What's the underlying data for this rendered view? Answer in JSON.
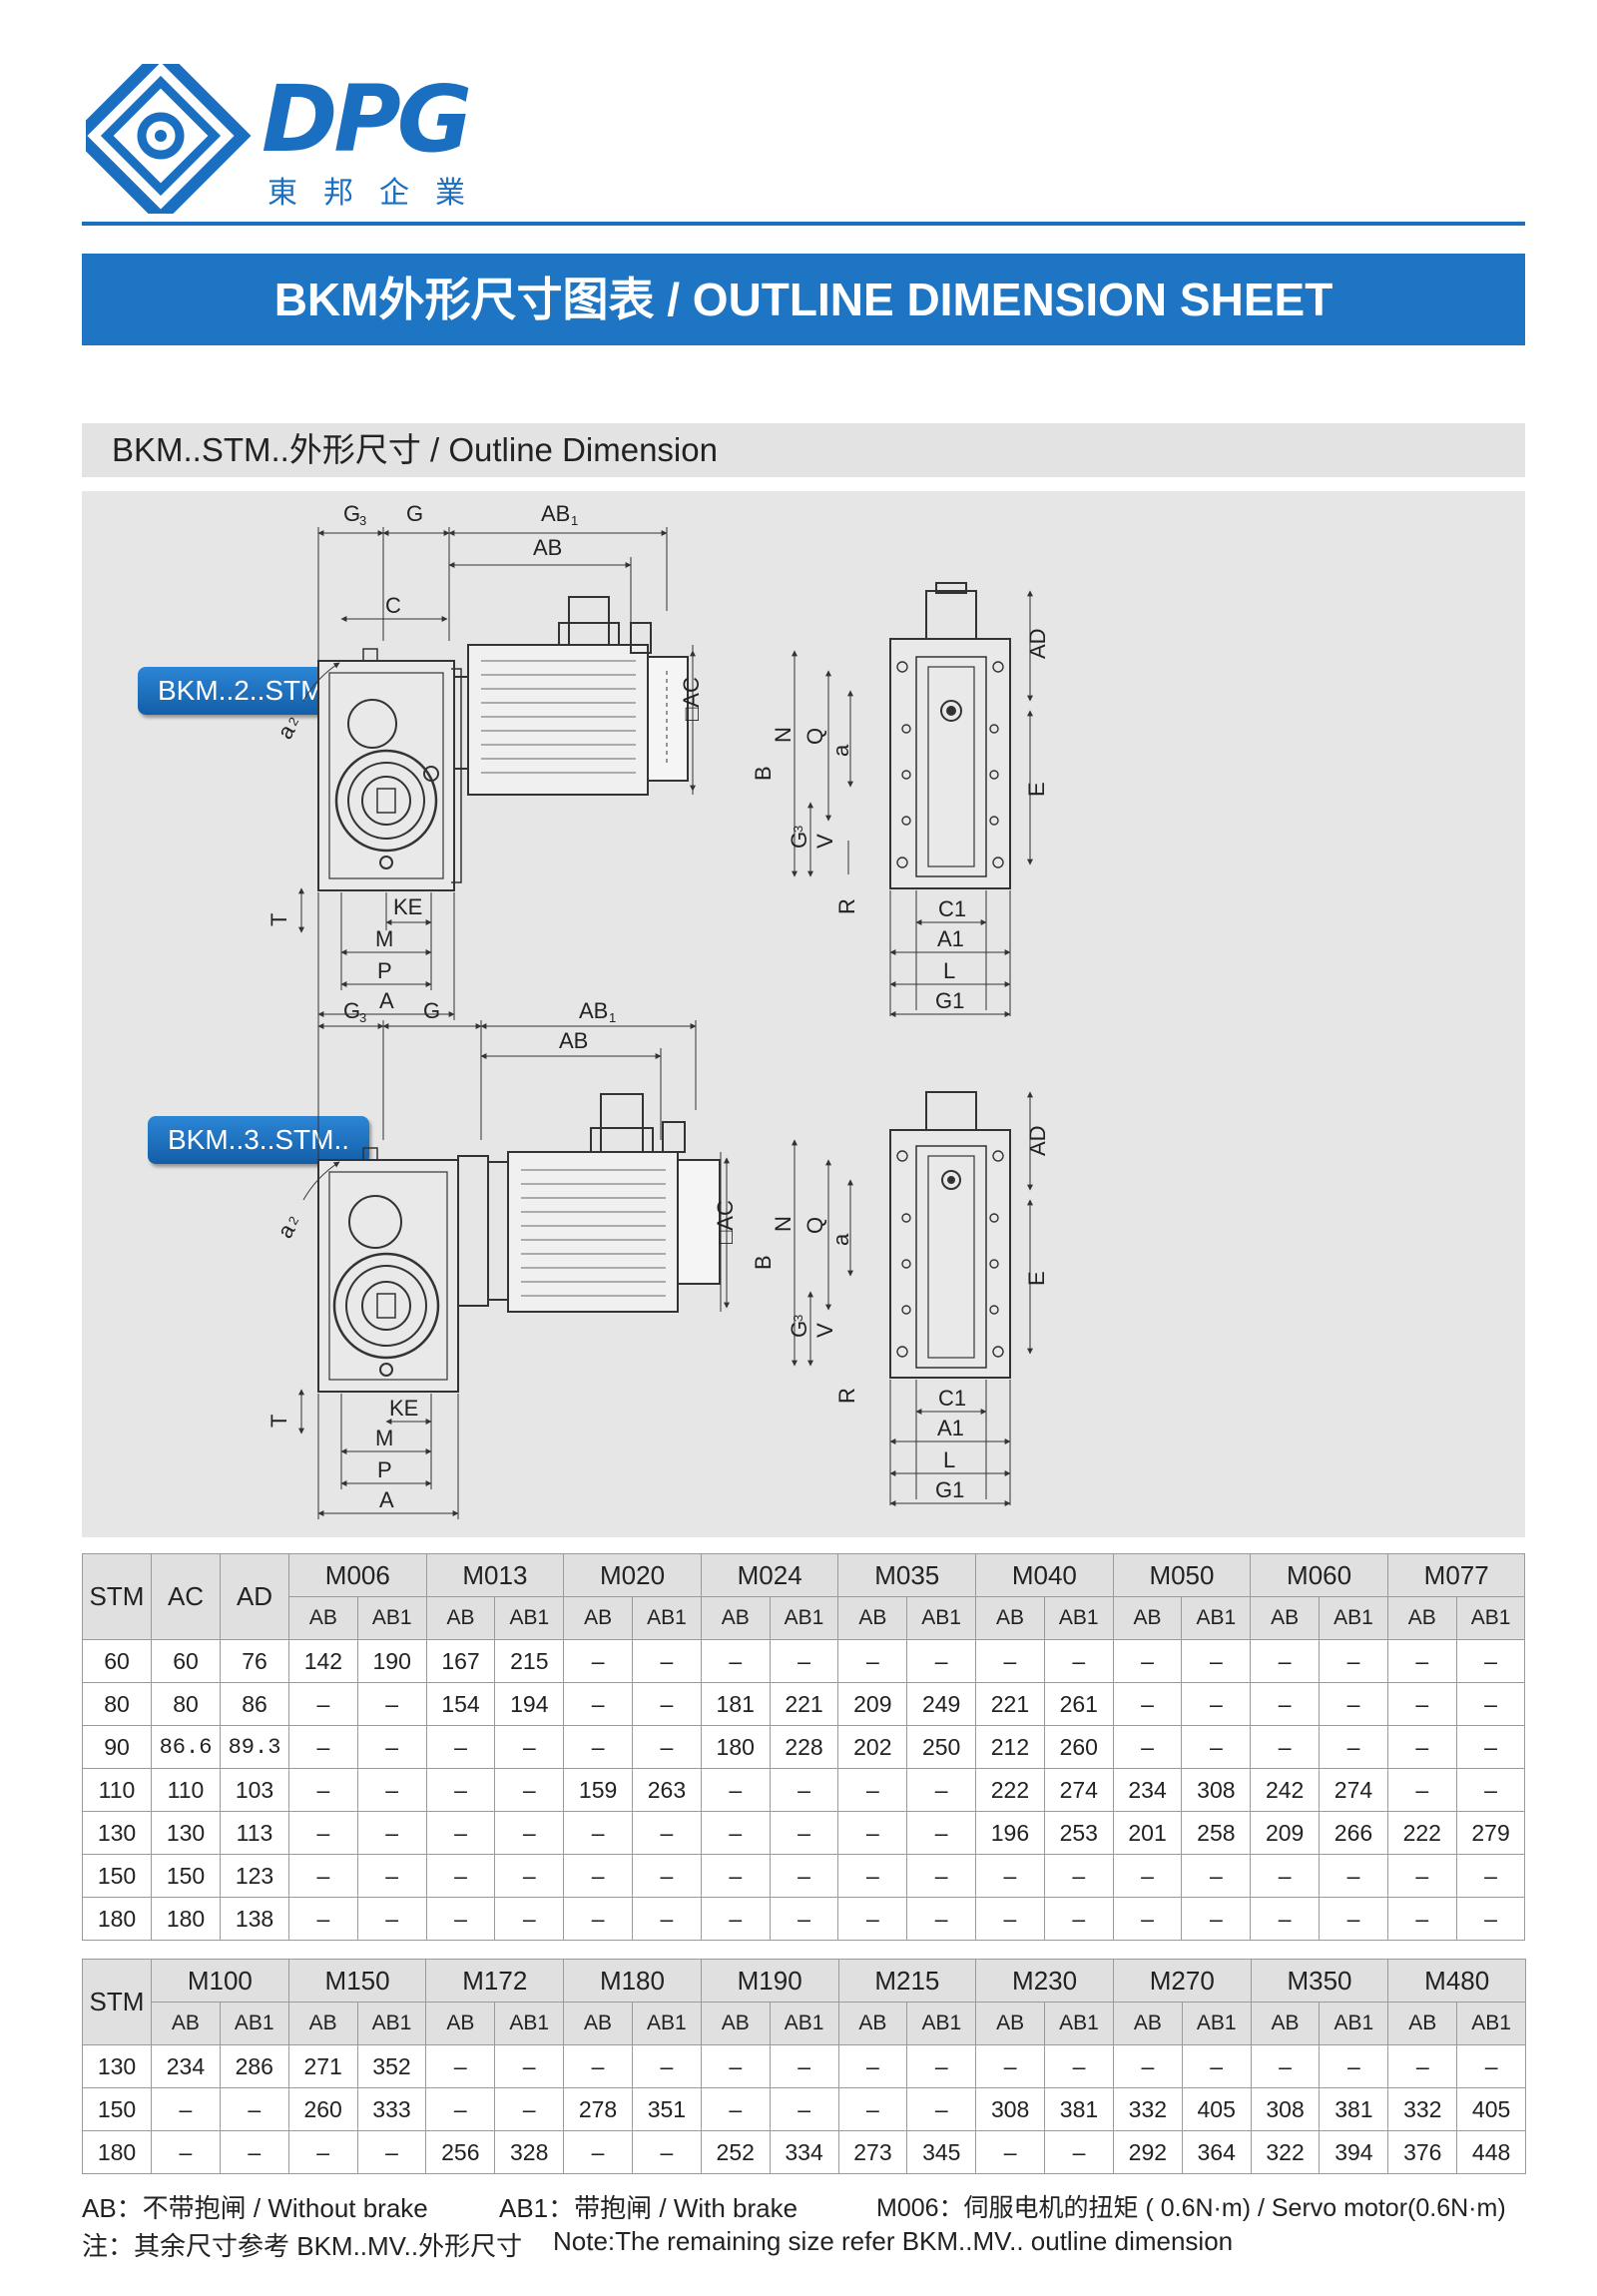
{
  "header": {
    "logo_text": "DPG",
    "logo_cn": "東邦企業",
    "title": "BKM外形尺寸图表 / OUTLINE DIMENSION SHEET"
  },
  "section": {
    "subtitle": "BKM..STM..外形尺寸 / Outline Dimension"
  },
  "drawings": [
    {
      "badge": "BKM..2..STM..",
      "front_labels": {
        "g3": "G",
        "g3_sub": "3",
        "g": "G",
        "ab1": "AB",
        "ab1_sub": "1",
        "ab": "AB",
        "c": "C",
        "ac": "□AC",
        "a2": "a",
        "a2_sub": "2",
        "t": "T",
        "ke": "KE",
        "m": "M",
        "p": "P",
        "a": "A"
      },
      "side_labels": {
        "ad": "AD",
        "n": "N",
        "q": "Q",
        "a": "a",
        "b": "B",
        "e": "E",
        "g3": "G",
        "g3_sub": "3",
        "v": "V",
        "r": "R",
        "c1": "C1",
        "a1": "A1",
        "l": "L",
        "g1": "G1"
      }
    },
    {
      "badge": "BKM..3..STM..",
      "front_labels": {
        "g3": "G",
        "g3_sub": "3",
        "g": "G",
        "ab1": "AB",
        "ab1_sub": "1",
        "ab": "AB",
        "c": "",
        "ac": "□AC",
        "a2": "a",
        "a2_sub": "2",
        "t": "T",
        "ke": "KE",
        "m": "M",
        "p": "P",
        "a": "A"
      },
      "side_labels": {
        "ad": "AD",
        "n": "N",
        "q": "Q",
        "a": "a",
        "b": "B",
        "e": "E",
        "g3": "G",
        "g3_sub": "3",
        "v": "V",
        "r": "R",
        "c1": "C1",
        "a1": "A1",
        "l": "L",
        "g1": "G1"
      }
    }
  ],
  "table1": {
    "fixed_headers": [
      "STM",
      "AC",
      "AD"
    ],
    "models": [
      "M006",
      "M013",
      "M020",
      "M024",
      "M035",
      "M040",
      "M050",
      "M060",
      "M077"
    ],
    "sub_headers": [
      "AB",
      "AB1"
    ],
    "rows": [
      [
        "60",
        "60",
        "76",
        "142",
        "190",
        "167",
        "215",
        "–",
        "–",
        "–",
        "–",
        "–",
        "–",
        "–",
        "–",
        "–",
        "–",
        "–",
        "–",
        "–",
        "–"
      ],
      [
        "80",
        "80",
        "86",
        "–",
        "–",
        "154",
        "194",
        "–",
        "–",
        "181",
        "221",
        "209",
        "249",
        "221",
        "261",
        "–",
        "–",
        "–",
        "–",
        "–",
        "–"
      ],
      [
        "90",
        "86.6",
        "89.3",
        "–",
        "–",
        "–",
        "–",
        "–",
        "–",
        "180",
        "228",
        "202",
        "250",
        "212",
        "260",
        "–",
        "–",
        "–",
        "–",
        "–",
        "–"
      ],
      [
        "110",
        "110",
        "103",
        "–",
        "–",
        "–",
        "–",
        "159",
        "263",
        "–",
        "–",
        "–",
        "–",
        "222",
        "274",
        "234",
        "308",
        "242",
        "274",
        "–",
        "–"
      ],
      [
        "130",
        "130",
        "113",
        "–",
        "–",
        "–",
        "–",
        "–",
        "–",
        "–",
        "–",
        "–",
        "–",
        "196",
        "253",
        "201",
        "258",
        "209",
        "266",
        "222",
        "279"
      ],
      [
        "150",
        "150",
        "123",
        "–",
        "–",
        "–",
        "–",
        "–",
        "–",
        "–",
        "–",
        "–",
        "–",
        "–",
        "–",
        "–",
        "–",
        "–",
        "–",
        "–",
        "–"
      ],
      [
        "180",
        "180",
        "138",
        "–",
        "–",
        "–",
        "–",
        "–",
        "–",
        "–",
        "–",
        "–",
        "–",
        "–",
        "–",
        "–",
        "–",
        "–",
        "–",
        "–",
        "–"
      ]
    ]
  },
  "table2": {
    "fixed_headers": [
      "STM"
    ],
    "models": [
      "M100",
      "M150",
      "M172",
      "M180",
      "M190",
      "M215",
      "M230",
      "M270",
      "M350",
      "M480"
    ],
    "sub_headers": [
      "AB",
      "AB1"
    ],
    "rows": [
      [
        "130",
        "234",
        "286",
        "271",
        "352",
        "–",
        "–",
        "–",
        "–",
        "–",
        "–",
        "–",
        "–",
        "–",
        "–",
        "–",
        "–",
        "–",
        "–",
        "–",
        "–"
      ],
      [
        "150",
        "–",
        "–",
        "260",
        "333",
        "–",
        "–",
        "278",
        "351",
        "–",
        "–",
        "–",
        "–",
        "308",
        "381",
        "332",
        "405",
        "308",
        "381",
        "332",
        "405"
      ],
      [
        "180",
        "–",
        "–",
        "–",
        "–",
        "256",
        "328",
        "–",
        "–",
        "252",
        "334",
        "273",
        "345",
        "–",
        "–",
        "292",
        "364",
        "322",
        "394",
        "376",
        "448"
      ]
    ]
  },
  "notes": {
    "ab": "AB：不带抱闸 / Without brake",
    "ab1": "AB1：带抱闸 / With brake",
    "m006": "M006：伺服电机的扭矩 ( 0.6N·m) / Servo motor(0.6N·m)",
    "zh": "注：其余尺寸参考 BKM..MV..外形尺寸",
    "en": "Note:The remaining size refer BKM..MV.. outline dimension"
  },
  "colors": {
    "brand_blue": "#1d75c4",
    "panel_gray": "#e6e6e7",
    "header_gray": "#e0e0e1"
  }
}
